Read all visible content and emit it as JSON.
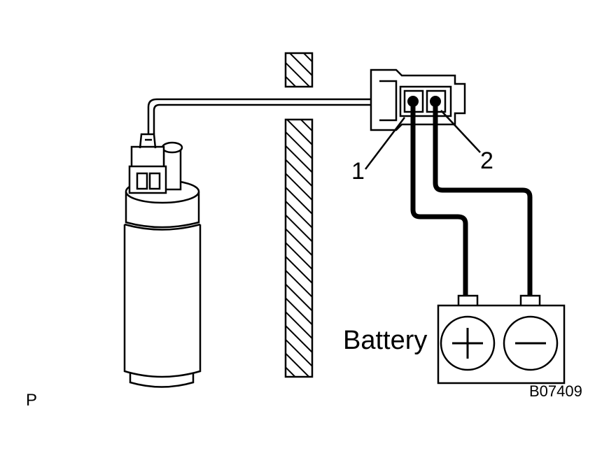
{
  "labels": {
    "terminal_1": "1",
    "terminal_2": "2",
    "battery": "Battery",
    "figure_code": "B07409",
    "view_letter": "P"
  },
  "symbols": {
    "positive": "plus-symbol",
    "negative": "minus-symbol"
  },
  "colors": {
    "line": "#000000",
    "background": "#ffffff"
  }
}
